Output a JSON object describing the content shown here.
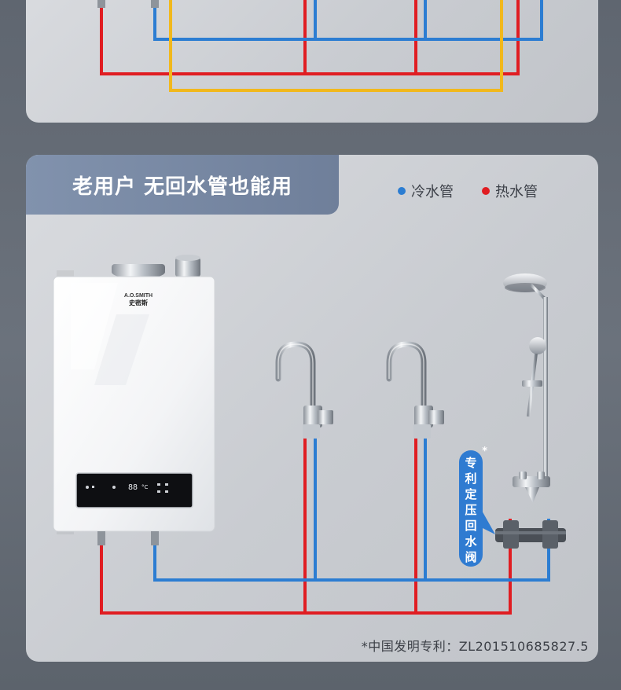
{
  "title": "老用户 无回水管也能用",
  "legend": {
    "cold_label": "冷水管",
    "hot_label": "热水管",
    "cold_color": "#2c7dd2",
    "hot_color": "#e01d22",
    "return_color": "#f1b81c"
  },
  "heater": {
    "brand_en": "A.O.SMITH",
    "brand_cn": "史密斯",
    "display_temp": "88",
    "display_unit": "°C"
  },
  "valve_badge": {
    "chars": [
      "专",
      "利",
      "定",
      "压",
      "回",
      "水",
      "阀"
    ],
    "mark": "*"
  },
  "patent_note": "*中国发明专利：ZL201510685827.5"
}
